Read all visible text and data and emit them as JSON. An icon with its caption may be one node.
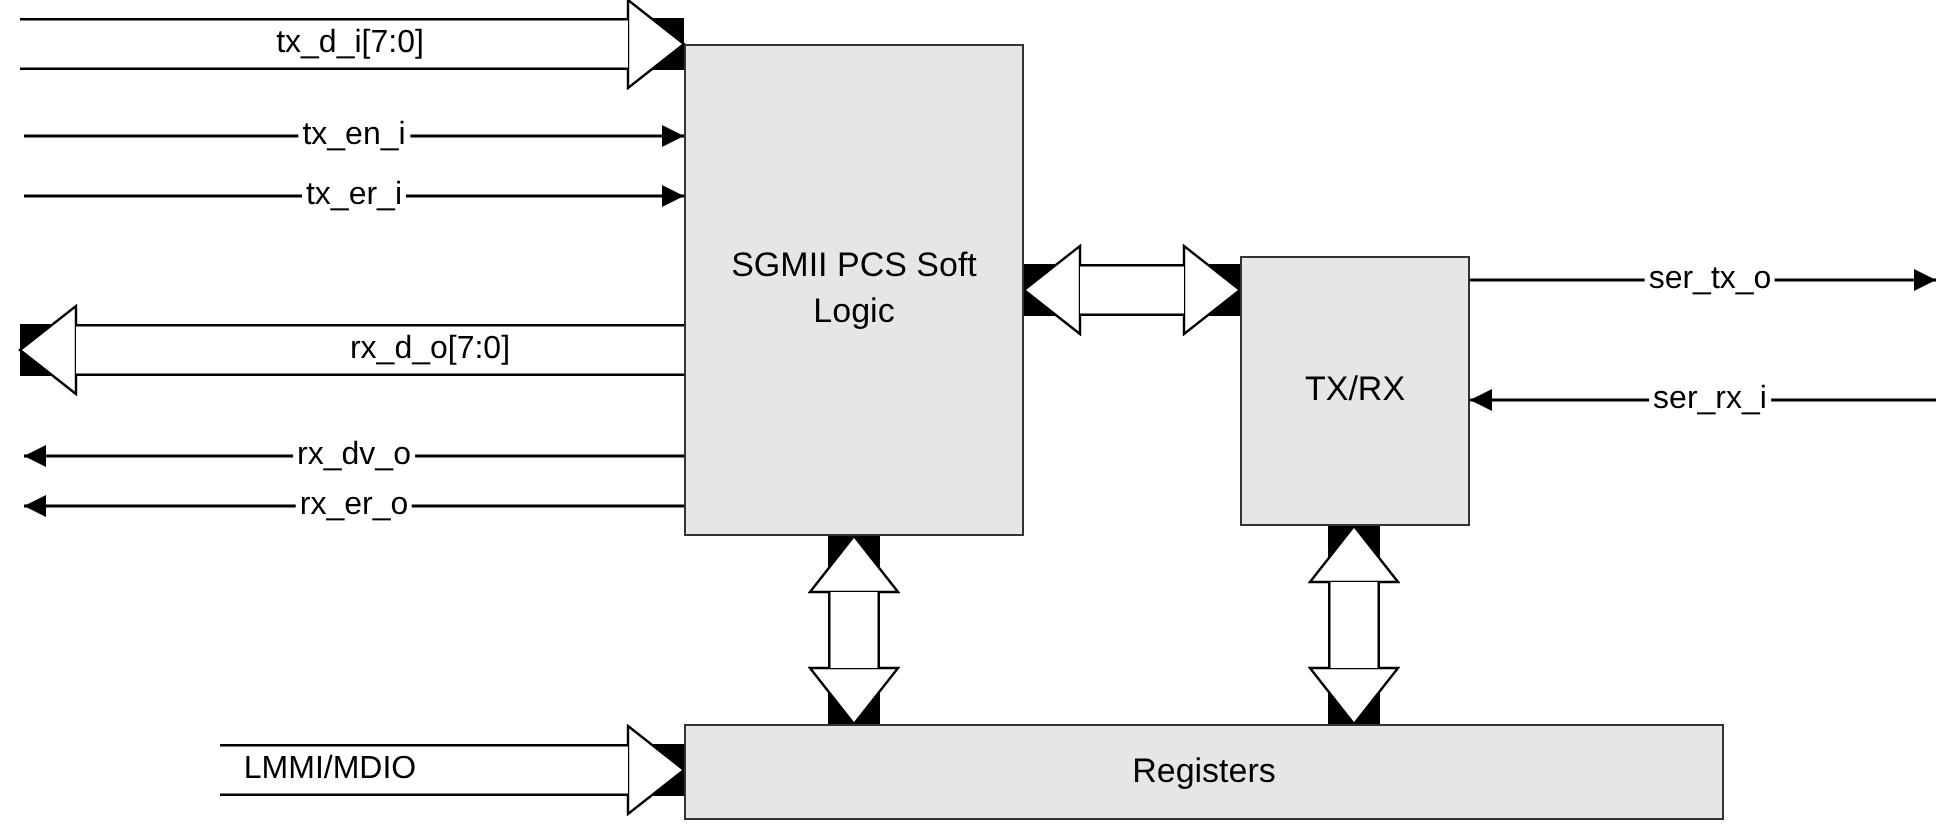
{
  "diagram": {
    "nodes": [
      {
        "text": [
          "SGMII PCS Soft Logic"
        ]
      },
      {
        "text": [
          "TX/RX"
        ]
      },
      {
        "text": [
          "Registers"
        ]
      }
    ],
    "edges": [
      {
        "from": null,
        "to": 0,
        "arrow": "to",
        "label": "tx_d_i[7:0]",
        "style": "thick"
      },
      {
        "from": null,
        "to": 0,
        "arrow": "to",
        "label": "tx_en_i"
      },
      {
        "from": null,
        "to": 0,
        "arrow": "to",
        "label": "tx_er_i"
      },
      {
        "from": 0,
        "to": null,
        "arrow": "to",
        "label": "rx_d_o[7:0]",
        "style": "thick"
      },
      {
        "from": 0,
        "to": null,
        "arrow": "to",
        "label": "rx_dv_o"
      },
      {
        "from": 0,
        "to": null,
        "arrow": "to",
        "label": "rx_er_o"
      },
      {
        "from": 0,
        "to": 1,
        "arrow": "both",
        "style": "thick"
      },
      {
        "from": 1,
        "to": null,
        "arrow": "to",
        "label": "ser_tx_o"
      },
      {
        "from": null,
        "to": 1,
        "arrow": "to",
        "label": "ser_rx_i"
      },
      {
        "from": 0,
        "to": 2,
        "arrow": "both",
        "style": "thick"
      },
      {
        "from": 1,
        "to": 2,
        "arrow": "both",
        "style": "thick"
      },
      {
        "from": null,
        "to": 2,
        "arrow": "to",
        "label": "LMMI/MDIO",
        "style": "thick"
      }
    ]
  }
}
